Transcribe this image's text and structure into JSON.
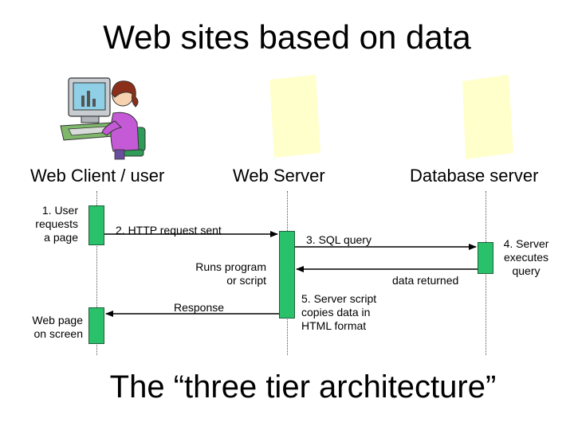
{
  "title": "Web sites based on data",
  "columns": {
    "client": "Web Client / user",
    "server": "Web Server",
    "database": "Database server"
  },
  "steps": {
    "user_requests": [
      "1. User",
      "requests",
      "a page"
    ],
    "http_request": "2. HTTP request sent",
    "sql_query": "3. SQL query",
    "server_executes": [
      "4. Server",
      "executes",
      "query"
    ],
    "runs_program": [
      "Runs program",
      "or script"
    ],
    "data_returned": "data returned",
    "response": "Response",
    "server_script": [
      "5. Server script",
      "copies data in",
      "HTML format"
    ],
    "web_page": [
      "Web page",
      "on screen"
    ]
  },
  "footer": "The “three tier architecture”",
  "colors": {
    "activation_bar": "#29c26b",
    "document_icon": "#ffffcc",
    "arrow": "#000000"
  },
  "icons": {
    "client": "user-at-computer-icon",
    "server": "document-icon",
    "database": "document-icon"
  }
}
